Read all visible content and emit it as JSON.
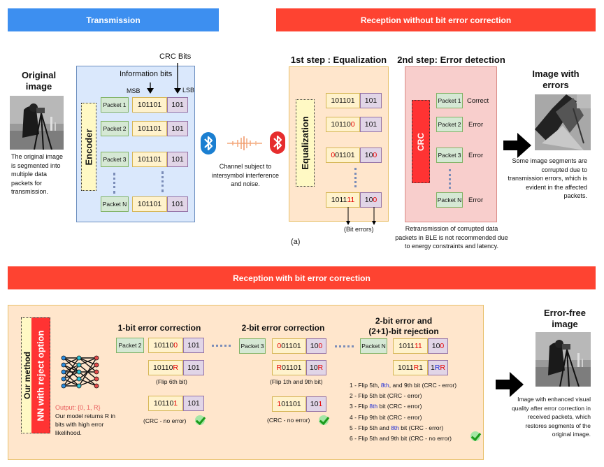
{
  "banners": {
    "transmission": "Transmission",
    "reception_without": "Reception without bit error correction",
    "reception_with": "Reception with bit error correction"
  },
  "colors": {
    "transmission_banner": "#3d8ff0",
    "reception_banner": "#fe4331",
    "encoder_panel": "#dae8fc",
    "equalization_panel": "#ffe6cc",
    "crc_panel": "#f8cecc",
    "packet_fill": "#d5e8d4",
    "info_bits_fill": "#fff2cc",
    "crc_bits_fill": "#e1d5e7",
    "error_bit": "#e60000",
    "highlight_bit": "#1f2dd6"
  },
  "transmission": {
    "original_title": "Original image",
    "original_caption": "The original image is segmented into multiple data packets for transmission.",
    "crc_bits_label": "CRC Bits",
    "info_bits_label": "Information bits",
    "msb": "MSB",
    "lsb": "LSB",
    "encoder": "Encoder",
    "packets": [
      {
        "name": "Packet 1",
        "info": "101101",
        "crc": "101"
      },
      {
        "name": "Packet 2",
        "info": "101101",
        "crc": "101"
      },
      {
        "name": "Packet 3",
        "info": "101101",
        "crc": "101"
      },
      {
        "name": "Packet N",
        "info": "101101",
        "crc": "101"
      }
    ],
    "channel_caption": "Channel subject to intersymbol interference and noise.",
    "tx_icon": "bluetooth-icon",
    "rx_icon": "bluetooth-icon",
    "signal_icon": "waveform-icon"
  },
  "reception_without": {
    "step1_title": "1st step : Equalization",
    "equalization": "Equalization",
    "rows": [
      {
        "info_ok": "101101",
        "info_err": "",
        "info_tail": "",
        "crc_ok": "101",
        "crc_err": ""
      },
      {
        "info_ok": "10110",
        "info_err": "0",
        "info_tail": "",
        "crc_ok": "101",
        "crc_err": ""
      },
      {
        "info_head": "",
        "info_err_head": "0",
        "info_ok": "01101",
        "crc_ok": "10",
        "crc_err": "0"
      },
      {
        "info_ok": "1011",
        "info_err": "11",
        "crc_ok": "10",
        "crc_err": "0"
      }
    ],
    "bit_errors": "(Bit errors)",
    "figure_label": "(a)",
    "step2_title": "2nd step: Error detection",
    "crc": "CRC",
    "detection": [
      {
        "name": "Packet 1",
        "status": "Correct"
      },
      {
        "name": "Packet 2",
        "status": "Error"
      },
      {
        "name": "Packet 3",
        "status": "Error"
      },
      {
        "name": "Packet N",
        "status": "Error"
      }
    ],
    "retransmission_note": "Retransmission of corrupted data packets in BLE is not recommended due to energy constraints and latency.",
    "errors_title": "Image with errors",
    "errors_caption": "Some image segments are corrupted due to transmission errors, which is evident in the affected packets."
  },
  "reception_with": {
    "our_method": "Our method",
    "nn_label": "NN with reject option",
    "output_label": "Output: {0, 1, R}",
    "model_note": "Our model returns R in bits with high error likelihood.",
    "one_bit": {
      "title": "1-bit error correction",
      "packet": "Packet 2",
      "received": {
        "info": [
          "10110",
          "0"
        ],
        "crc": "101"
      },
      "nn_output": {
        "info": [
          "10110",
          "R"
        ],
        "crc": "101"
      },
      "flip_note": "(Flip 6th bit)",
      "corrected": {
        "info": [
          "10110",
          "1"
        ],
        "crc": "101"
      },
      "result": "(CRC - no error)"
    },
    "two_bit": {
      "title": "2-bit error correction",
      "packet": "Packet 3",
      "received": {
        "info": [
          "0",
          "01101"
        ],
        "crc": [
          "10",
          "0"
        ]
      },
      "nn_output": {
        "info": [
          "R",
          "01101"
        ],
        "crc": [
          "10",
          "R"
        ]
      },
      "flip_note": "(Flip 1th and 9th bit)",
      "corrected": {
        "info": [
          "1",
          "01101"
        ],
        "crc": [
          "10",
          "1"
        ]
      },
      "result": "(CRC - no error)"
    },
    "rejection": {
      "title_line1": "2-bit error and",
      "title_line2": "(2+1)-bit rejection",
      "packet": "Packet N",
      "received": {
        "info": [
          "1011",
          "11"
        ],
        "crc": [
          "10",
          "0"
        ]
      },
      "nn_output": {
        "info": [
          "1011",
          "R",
          "1"
        ],
        "crc": [
          "1",
          "R",
          "R"
        ]
      },
      "attempts": [
        {
          "pre": "1 - Flip 5th, ",
          "hl": "8th",
          "post": ", and 9th bit (CRC - error)"
        },
        {
          "pre": "2 - Flip 5th bit (CRC - error)",
          "hl": "",
          "post": ""
        },
        {
          "pre": "3 - Flip ",
          "hl": "8th",
          "post": " bit (CRC - error)"
        },
        {
          "pre": "4 - Flip 9th bit (CRC - error)",
          "hl": "",
          "post": ""
        },
        {
          "pre": "5 - Flip 5th and ",
          "hl": "8th",
          "post": " bit (CRC - error)"
        },
        {
          "pre": "6 - Flip 5th and 9th bit (CRC - no error)",
          "hl": "",
          "post": ""
        }
      ]
    },
    "errorfree_title": "Error-free image",
    "errorfree_caption": "Image with enhanced visual quality after error correction in received packets, which restores segments of the original image."
  }
}
